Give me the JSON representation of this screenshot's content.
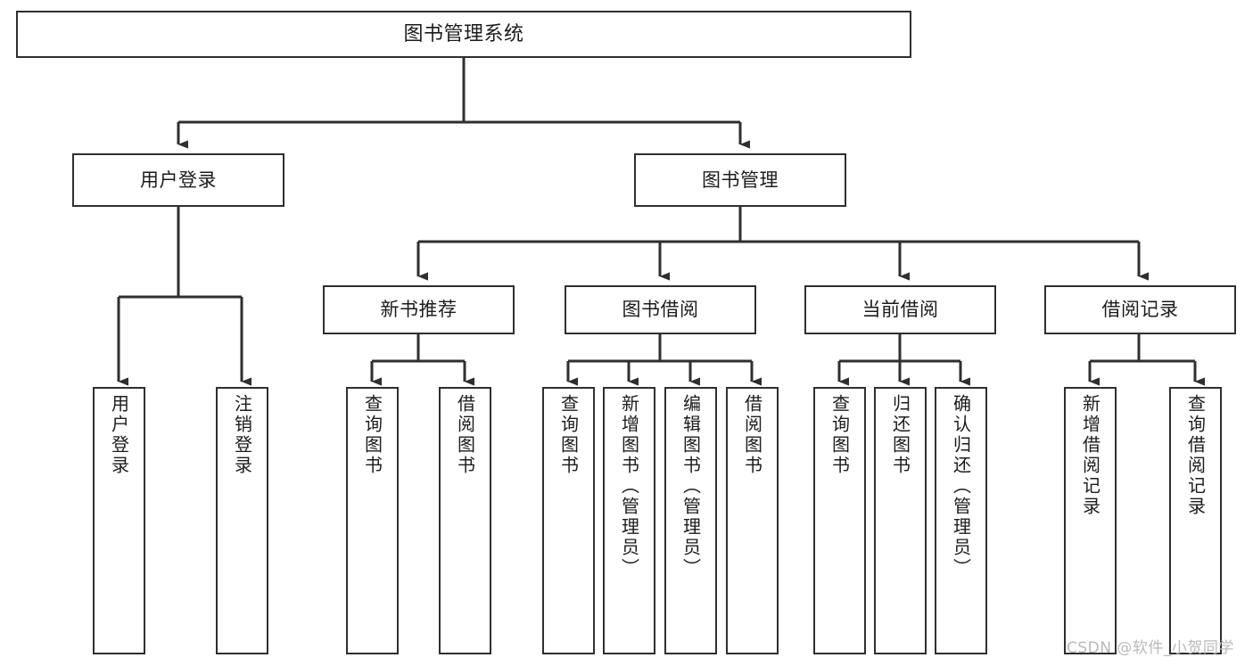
{
  "diagram": {
    "title": "图书管理系统",
    "type": "tree-structure-chart",
    "colors": {
      "background": "#ffffff",
      "box_border": "#2f2f2f",
      "box_fill": "#ffffff",
      "text": "#1c1c1c",
      "connector": "#2f2f2f",
      "watermark": "#b9b9b9"
    }
  },
  "root": {
    "label": "图书管理系统"
  },
  "level1": [
    {
      "label": "用户登录"
    },
    {
      "label": "图书管理"
    }
  ],
  "level2": [
    {
      "label": "新书推荐"
    },
    {
      "label": "图书借阅"
    },
    {
      "label": "当前借阅"
    },
    {
      "label": "借阅记录"
    }
  ],
  "leaves": {
    "user_login": [
      {
        "label": "用户登录"
      },
      {
        "label": "注销登录"
      }
    ],
    "new_book_recommend": [
      {
        "label": "查询图书"
      },
      {
        "label": "借阅图书"
      }
    ],
    "book_borrow": [
      {
        "label": "查询图书"
      },
      {
        "label": "新增图书（管理员）"
      },
      {
        "label": "编辑图书（管理员）"
      },
      {
        "label": "借阅图书"
      }
    ],
    "current_borrow": [
      {
        "label": "查询图书"
      },
      {
        "label": "归还图书"
      },
      {
        "label": "确认归还（管理员）"
      }
    ],
    "borrow_record": [
      {
        "label": "新增借阅记录"
      },
      {
        "label": "查询借阅记录"
      }
    ]
  },
  "watermark": {
    "text": "CSDN @软件_小贺同学"
  }
}
